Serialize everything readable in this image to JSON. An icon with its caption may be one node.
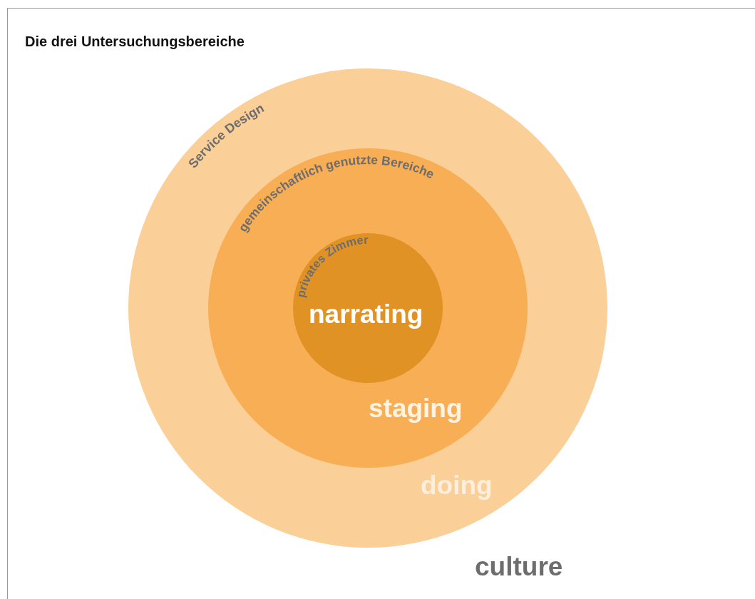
{
  "diagram": {
    "title": "Die drei Untersuchungsbereiche",
    "nodes": [
      {
        "text": [
          "Service Design",
          "doing"
        ]
      },
      {
        "text": [
          "gemeinschaftlich genutzte Bereiche",
          "staging"
        ],
        "in": 0
      },
      {
        "text": [
          "privates Zimmer",
          "narrating"
        ],
        "in": 1
      }
    ],
    "labels": [
      "culture"
    ]
  }
}
